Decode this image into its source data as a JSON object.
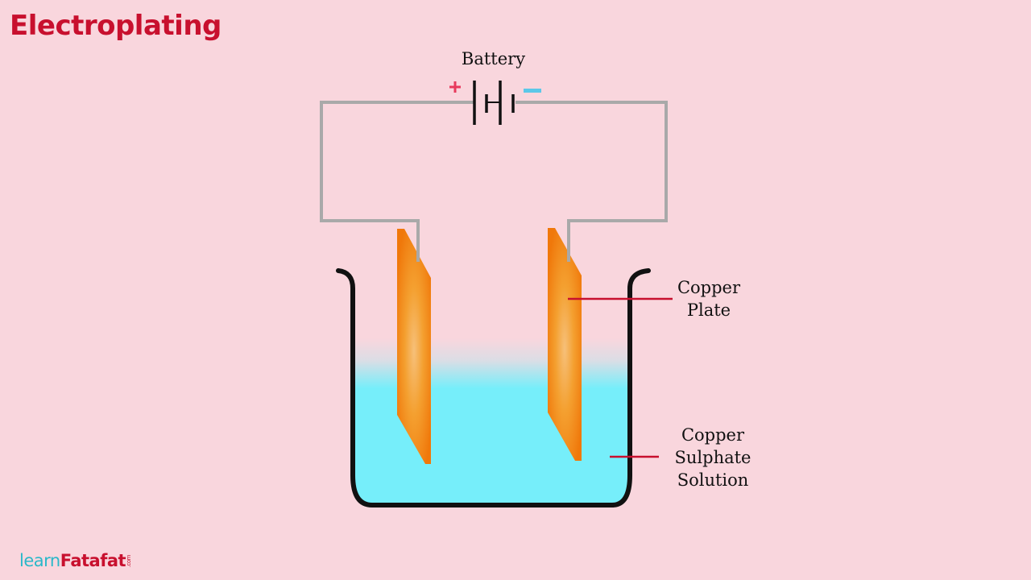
{
  "title": "Electroplating",
  "labels": {
    "battery": "Battery",
    "plus": "+",
    "copper_plate_line1": "Copper",
    "copper_plate_line2": "Plate",
    "solution_line1": "Copper",
    "solution_line2": "Sulphate",
    "solution_line3": "Solution"
  },
  "logo": {
    "part1": "learn",
    "part2": "Fatafat",
    "part3": ".com"
  },
  "colors": {
    "background": "#f9d6dd",
    "title": "#c8102e",
    "wire": "#a9a9a9",
    "solution": "#76eefa",
    "plate": "#f48a0c",
    "pointer": "#c8102e",
    "plus": "#e83a5c",
    "minus": "#5cc8e8"
  }
}
